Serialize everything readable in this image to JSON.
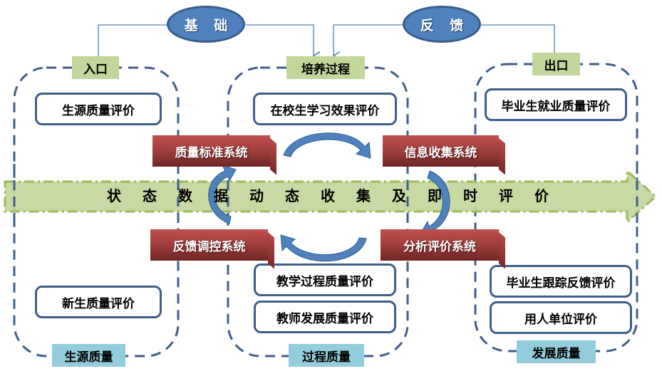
{
  "top_nodes": {
    "foundation": "基 础",
    "feedback": "反 馈"
  },
  "groups": {
    "entry": {
      "top_tag": "入口",
      "bottom_tag": "生源质量",
      "items": [
        "生源质量评价",
        "新生质量评价"
      ]
    },
    "process": {
      "top_tag": "培养过程",
      "bottom_tag": "过程质量",
      "items": [
        "在校生学习效果评价",
        "教学过程质量评价",
        "教师发展质量评价"
      ]
    },
    "exit": {
      "top_tag": "出口",
      "bottom_tag": "发展质量",
      "items": [
        "毕业生就业质量评价",
        "毕业生跟踪反馈评价",
        "用人单位评价"
      ]
    }
  },
  "systems": {
    "quality_standard": "质量标准系统",
    "info_collection": "信息收集系统",
    "analysis_evaluation": "分析评价系统",
    "feedback_control": "反馈调控系统"
  },
  "band": {
    "chars": [
      "状",
      "态",
      "数",
      "据",
      "动",
      "态",
      "收",
      "集",
      "及",
      "即",
      "时",
      "评",
      "价"
    ]
  },
  "colors": {
    "oval_fill": "#4f81bd",
    "green_tag": "#c3d69b",
    "blue_tag": "#93cddd",
    "system_red": "#c0504d",
    "dash_blue": "#3e5f8a",
    "band_green": "#c3d69b"
  }
}
